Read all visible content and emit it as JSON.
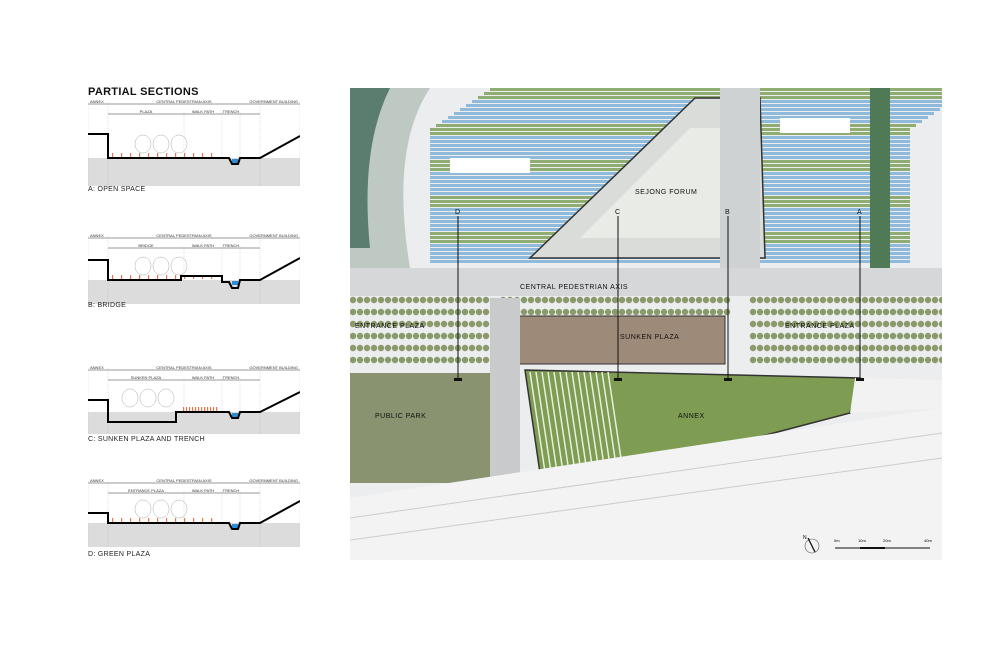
{
  "title": "PARTIAL SECTIONS",
  "sections": [
    {
      "label": "A: OPEN SPACE",
      "top_labels": [
        "ANNEX",
        "CENTRAL PEDESTRIAN AXIS",
        "GOVERNMENT BUILDING"
      ],
      "sub_labels": [
        "PLAZA",
        "WALK PATH",
        "TRENCH"
      ]
    },
    {
      "label": "B: BRIDGE",
      "top_labels": [
        "ANNEX",
        "CENTRAL PEDESTRIAN AXIS",
        "GOVERNMENT BUILDING"
      ],
      "sub_labels": [
        "BRIDGE",
        "WALK PATH",
        "TRENCH"
      ]
    },
    {
      "label": "C: SUNKEN PLAZA AND TRENCH",
      "top_labels": [
        "ANNEX",
        "CENTRAL PEDESTRIAN AXIS",
        "GOVERNMENT BUILDING"
      ],
      "sub_labels": [
        "SUNKEN PLAZA",
        "WALK PATH",
        "TRENCH"
      ]
    },
    {
      "label": "D: GREEN PLAZA",
      "top_labels": [
        "ANNEX",
        "CENTRAL PEDESTRIAN AXIS",
        "GOVERNMENT BUILDING"
      ],
      "sub_labels": [
        "ENTRANCE PLAZA",
        "WALK PATH",
        "TRENCH"
      ]
    }
  ],
  "map": {
    "labels": {
      "forum": "SEJONG FORUM",
      "axis": "CENTRAL PEDESTRIAN AXIS",
      "entrance_west": "ENTRANCE PLAZA",
      "sunken": "SUNKEN PLAZA",
      "entrance_east": "ENTRANCE PLAZA",
      "park": "PUBLIC PARK",
      "annex": "ANNEX"
    },
    "section_markers": [
      "D",
      "C",
      "B",
      "A"
    ],
    "scale": [
      "0m",
      "10m",
      "20m",
      "40m"
    ],
    "north": "N"
  },
  "colors": {
    "water": "#7fb0d6",
    "green": "#7fa05a",
    "trees": "#8a9a6a",
    "people": "#e8774e",
    "trench_water": "#2a8fd8"
  }
}
